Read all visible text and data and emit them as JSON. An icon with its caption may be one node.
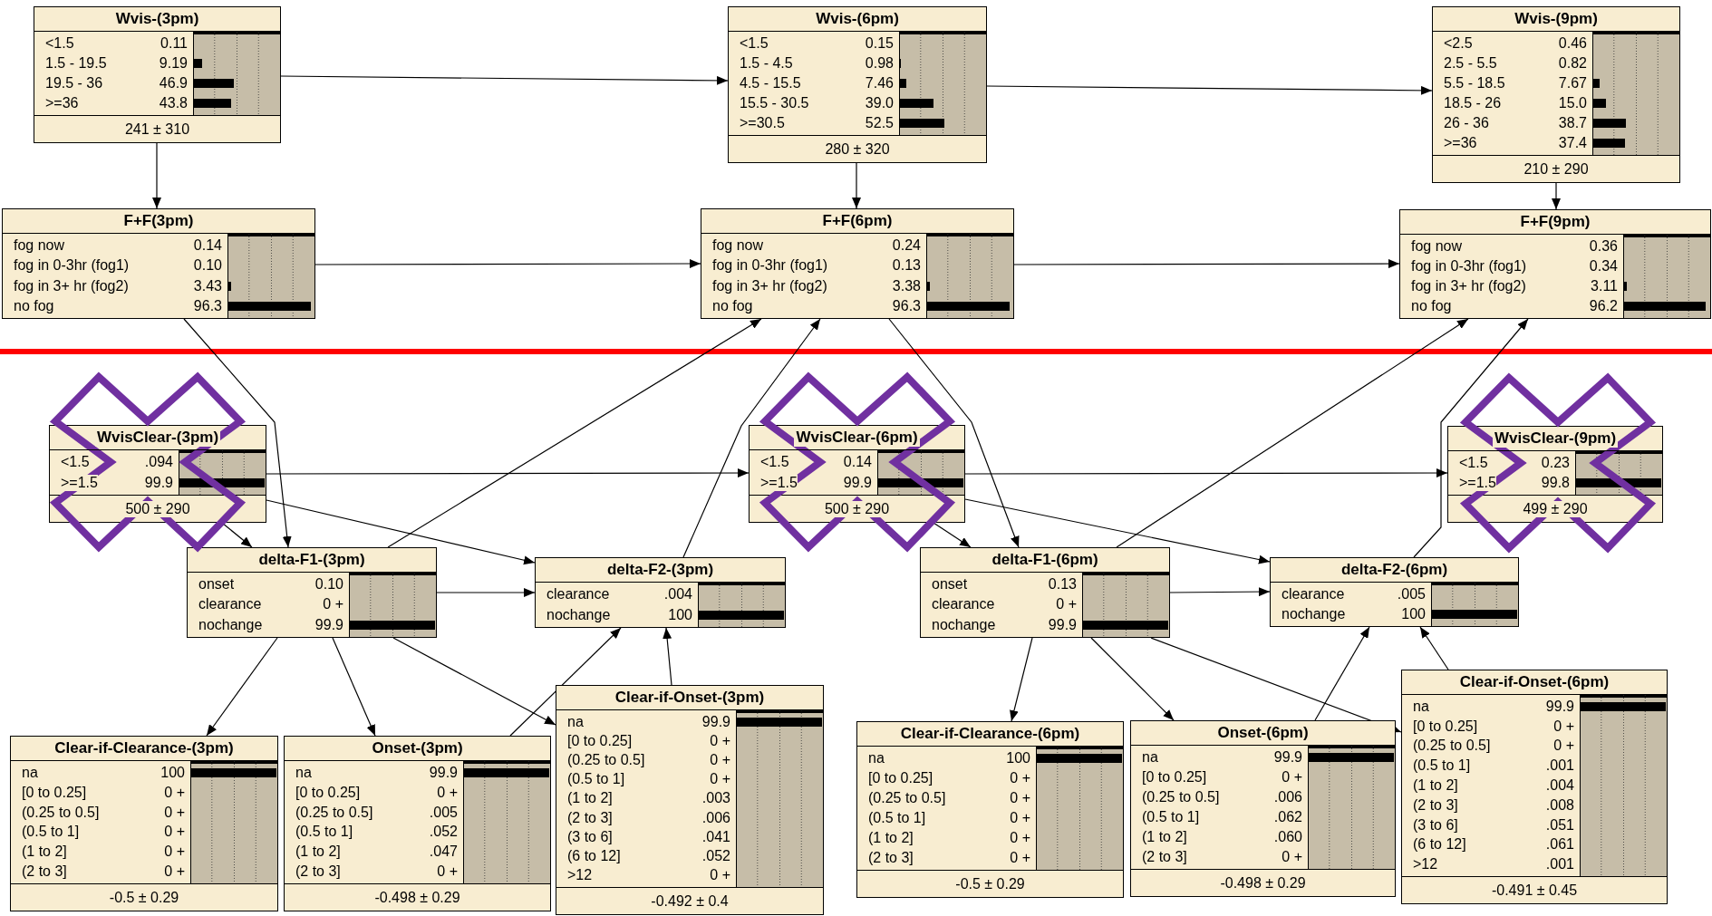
{
  "diagram": {
    "nodes": [
      {
        "text": [
          "Wvis-(3pm)",
          "<1.5",
          "0.11",
          "1.5 - 19.5",
          "9.19",
          "19.5 - 36",
          "46.9",
          ">=36",
          "43.8",
          "241 ± 310"
        ]
      },
      {
        "text": [
          "Wvis-(6pm)",
          "<1.5",
          "0.15",
          "1.5 - 4.5",
          "0.98",
          "4.5 - 15.5",
          "7.46",
          "15.5 - 30.5",
          "39.0",
          ">=30.5",
          "52.5",
          "280 ± 320"
        ]
      },
      {
        "text": [
          "Wvis-(9pm)",
          "<2.5",
          "0.46",
          "2.5 - 5.5",
          "0.82",
          "5.5 - 18.5",
          "7.67",
          "18.5 - 26",
          "15.0",
          "26 - 36",
          "38.7",
          ">=36",
          "37.4",
          "210 ± 290"
        ]
      },
      {
        "text": [
          "F+F(3pm)",
          "fog now",
          "0.14",
          "fog in 0-3hr (fog1)",
          "0.10",
          "fog in 3+ hr (fog2)",
          "3.43",
          "no fog",
          "96.3"
        ]
      },
      {
        "text": [
          "F+F(6pm)",
          "fog now",
          "0.24",
          "fog in 0-3hr (fog1)",
          "0.13",
          "fog in 3+ hr (fog2)",
          "3.38",
          "no fog",
          "96.3"
        ]
      },
      {
        "text": [
          "F+F(9pm)",
          "fog now",
          "0.36",
          "fog in 0-3hr (fog1)",
          "0.34",
          "fog in 3+ hr (fog2)",
          "3.11",
          "no fog",
          "96.2"
        ]
      },
      {
        "text": [
          "WvisClear-(3pm)",
          "<1.5",
          ".094",
          ">=1.5",
          "99.9",
          "500 ± 290"
        ]
      },
      {
        "text": [
          "WvisClear-(6pm)",
          "<1.5",
          "0.14",
          ">=1.5",
          "99.9",
          "500 ± 290"
        ]
      },
      {
        "text": [
          "WvisClear-(9pm)",
          "<1.5",
          "0.23",
          ">=1.5",
          "99.8",
          "499 ± 290"
        ]
      },
      {
        "text": [
          "delta-F1-(3pm)",
          "onset",
          "0.10",
          "clearance",
          "0 +",
          "nochange",
          "99.9"
        ]
      },
      {
        "text": [
          "delta-F2-(3pm)",
          "clearance",
          ".004",
          "nochange",
          "100"
        ]
      },
      {
        "text": [
          "delta-F1-(6pm)",
          "onset",
          "0.13",
          "clearance",
          "0 +",
          "nochange",
          "99.9"
        ]
      },
      {
        "text": [
          "delta-F2-(6pm)",
          "clearance",
          ".005",
          "nochange",
          "100"
        ]
      },
      {
        "text": [
          "Clear-if-Onset-(3pm)",
          "na",
          "99.9",
          "[0 to 0.25]",
          "0 +",
          "(0.25 to 0.5]",
          "0 +",
          "(0.5 to 1]",
          "0 +",
          "(1 to 2]",
          ".003",
          "(2 to 3]",
          ".006",
          "(3 to 6]",
          ".041",
          "(6 to 12]",
          ".052",
          ">12",
          "0 +",
          "-0.492 ± 0.4"
        ]
      },
      {
        "text": [
          "Clear-if-Onset-(6pm)",
          "na",
          "99.9",
          "[0 to 0.25]",
          "0 +",
          "(0.25 to 0.5]",
          "0 +",
          "(0.5 to 1]",
          ".001",
          "(1 to 2]",
          ".004",
          "(2 to 3]",
          ".008",
          "(3 to 6]",
          ".051",
          "(6 to 12]",
          ".061",
          ">12",
          ".001",
          "-0.491 ± 0.45"
        ]
      },
      {
        "text": [
          "Clear-if-Clearance-(6pm)",
          "na",
          "100",
          "[0 to 0.25]",
          "0 +",
          "(0.25 to 0.5]",
          "0 +",
          "(0.5 to 1]",
          "0 +",
          "(1 to 2]",
          "0 +",
          "(2 to 3]",
          "0 +",
          "-0.5 ± 0.29"
        ]
      },
      {
        "text": [
          "Onset-(6pm)",
          "na",
          "99.9",
          "[0 to 0.25]",
          "0 +",
          "(0.25 to 0.5]",
          ".006",
          "(0.5 to 1]",
          ".062",
          "(1 to 2]",
          ".060",
          "(2 to 3]",
          "0 +",
          "-0.498 ± 0.29"
        ]
      },
      {
        "text": [
          "Clear-if-Clearance-(3pm)",
          "na",
          "100",
          "[0 to 0.25]",
          "0 +",
          "(0.25 to 0.5]",
          "0 +",
          "(0.5 to 1]",
          "0 +",
          "(1 to 2]",
          "0 +",
          "(2 to 3]",
          "0 +",
          "-0.5 ± 0.29"
        ]
      },
      {
        "text": [
          "Onset-(3pm)",
          "na",
          "99.9",
          "[0 to 0.25]",
          "0 +",
          "(0.25 to 0.5]",
          ".005",
          "(0.5 to 1]",
          ".052",
          "(1 to 2]",
          ".047",
          "(2 to 3]",
          "0 +",
          "-0.498 ± 0.29"
        ]
      }
    ],
    "edges": [
      {
        "from": 0,
        "to": 1,
        "arrow": "to"
      },
      {
        "from": 1,
        "to": 2,
        "arrow": "to"
      },
      {
        "from": 0,
        "to": 3,
        "arrow": "to"
      },
      {
        "from": 1,
        "to": 4,
        "arrow": "to"
      },
      {
        "from": 2,
        "to": 5,
        "arrow": "to"
      },
      {
        "from": 3,
        "to": 4,
        "arrow": "to"
      },
      {
        "from": 4,
        "to": 5,
        "arrow": "to"
      },
      {
        "from": 3,
        "to": 9,
        "arrow": "to"
      },
      {
        "from": 6,
        "to": 9,
        "arrow": "to"
      },
      {
        "from": 6,
        "to": 7,
        "arrow": "to"
      },
      {
        "from": 7,
        "to": 8,
        "arrow": "to"
      },
      {
        "from": 6,
        "to": 10,
        "arrow": "to"
      },
      {
        "from": 9,
        "to": 10,
        "arrow": "to"
      },
      {
        "from": 9,
        "to": 4,
        "arrow": "to"
      },
      {
        "from": 10,
        "to": 4,
        "arrow": "to"
      },
      {
        "from": 9,
        "to": 17,
        "arrow": "to"
      },
      {
        "from": 9,
        "to": 18,
        "arrow": "to"
      },
      {
        "from": 9,
        "to": 13,
        "arrow": "to"
      },
      {
        "from": 18,
        "to": 10,
        "arrow": "to"
      },
      {
        "from": 13,
        "to": 10,
        "arrow": "to"
      },
      {
        "from": 4,
        "to": 11,
        "arrow": "to"
      },
      {
        "from": 7,
        "to": 11,
        "arrow": "to"
      },
      {
        "from": 7,
        "to": 12,
        "arrow": "to"
      },
      {
        "from": 11,
        "to": 12,
        "arrow": "to"
      },
      {
        "from": 11,
        "to": 5,
        "arrow": "to"
      },
      {
        "from": 12,
        "to": 5,
        "arrow": "to"
      },
      {
        "from": 11,
        "to": 15,
        "arrow": "to"
      },
      {
        "from": 11,
        "to": 16,
        "arrow": "to"
      },
      {
        "from": 11,
        "to": 14,
        "arrow": "to"
      },
      {
        "from": 16,
        "to": 12,
        "arrow": "to"
      },
      {
        "from": 14,
        "to": 12,
        "arrow": "to"
      }
    ]
  }
}
